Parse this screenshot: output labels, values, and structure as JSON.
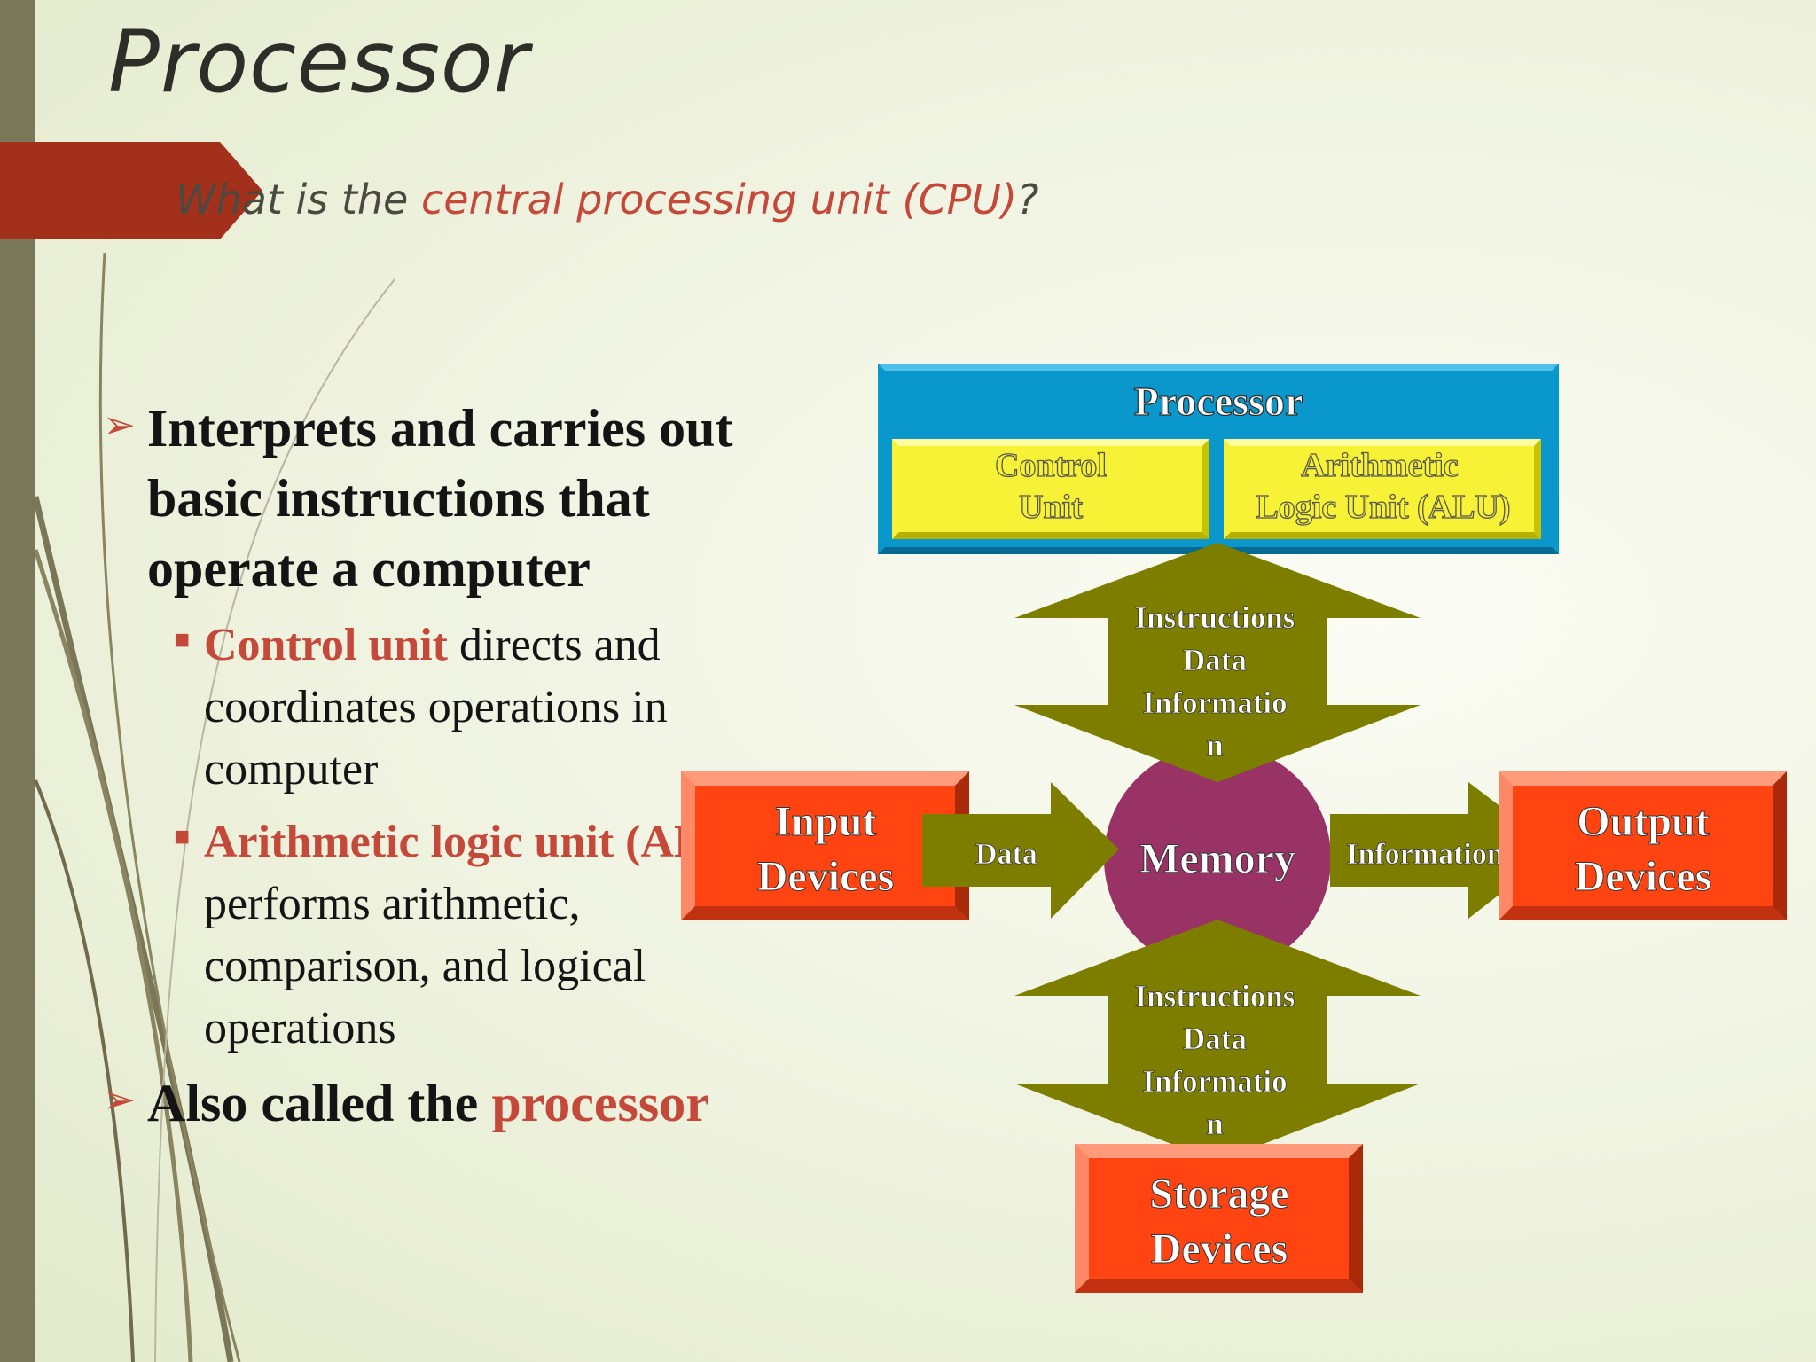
{
  "slide": {
    "title": "Processor",
    "question": {
      "prefix": "What is the ",
      "highlight": "central processing unit (CPU)",
      "suffix": "?"
    }
  },
  "bullets": {
    "main1": "Interprets and carries out basic instructions that operate a computer",
    "sub1": {
      "term": "Control unit",
      "rest": " directs and coordinates operations in computer"
    },
    "sub2": {
      "term": "Arithmetic logic unit (ALU)",
      "rest": " performs arithmetic, comparison, and logical operations"
    },
    "main2": {
      "prefix": "Also called the ",
      "term": "processor"
    }
  },
  "diagram": {
    "processor": "Processor",
    "control_unit_l1": "Control",
    "control_unit_l2": "Unit",
    "alu_l1": "Arithmetic",
    "alu_l2": "Logic Unit (ALU)",
    "top_arrow": [
      "Instructions",
      "Data",
      "Informatio",
      "n"
    ],
    "bottom_arrow": [
      "Instructions",
      "Data",
      "Informatio",
      "n"
    ],
    "memory": "Memory",
    "input_l1": "Input",
    "input_l2": "Devices",
    "input_arrow": "Data",
    "output_l1": "Output",
    "output_l2": "Devices",
    "output_arrow": "Information",
    "storage_l1": "Storage",
    "storage_l2": "Devices"
  },
  "colors": {
    "accent_red": "#c4493a",
    "processor_blue": "#0a97cc",
    "unit_yellow": "#f8f236",
    "arrow_olive": "#7d7d00",
    "memory_purple": "#993366",
    "device_orange": "#ff4412"
  }
}
